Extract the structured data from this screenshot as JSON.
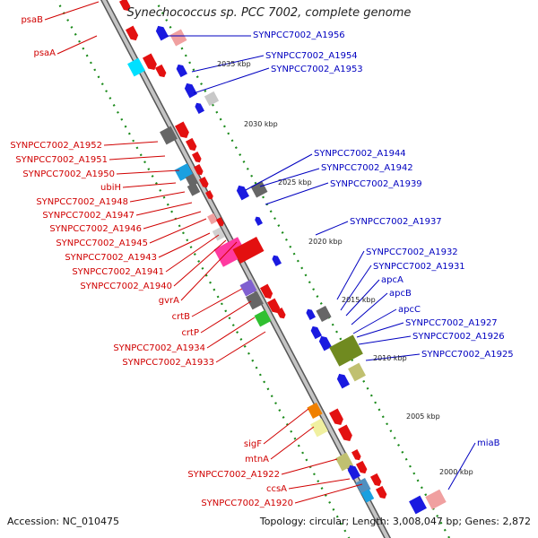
{
  "header": {
    "title": "Synechococcus sp. PCC 7002, complete genome"
  },
  "footer": {
    "accession": "Accession: NC_010475",
    "topology": "Topology: circular; Length: 3,008,047 bp; Genes: 2,872"
  },
  "colors": {
    "forward_label": "#d00000",
    "reverse_label": "#0000c0",
    "backbone": "#888888",
    "gc_dots": "#1a8a1a"
  },
  "ticks": [
    "2035 kbp",
    "2030 kbp",
    "2025 kbp",
    "2020 kbp",
    "2015 kbp",
    "2010 kbp",
    "2005 kbp",
    "2000 kbp"
  ],
  "left_labels": [
    "psaB",
    "psaA",
    "SYNPCC7002_A1952",
    "SYNPCC7002_A1951",
    "SYNPCC7002_A1950",
    "ubiH",
    "SYNPCC7002_A1948",
    "SYNPCC7002_A1947",
    "SYNPCC7002_A1946",
    "SYNPCC7002_A1945",
    "SYNPCC7002_A1943",
    "SYNPCC7002_A1941",
    "SYNPCC7002_A1940",
    "gvrA",
    "crtB",
    "crtP",
    "SYNPCC7002_A1934",
    "SYNPCC7002_A1933",
    "sigF",
    "mtnA",
    "SYNPCC7002_A1922",
    "ccsA",
    "SYNPCC7002_A1920"
  ],
  "right_labels": [
    "SYNPCC7002_A1956",
    "SYNPCC7002_A1954",
    "SYNPCC7002_A1953",
    "SYNPCC7002_A1944",
    "SYNPCC7002_A1942",
    "SYNPCC7002_A1939",
    "SYNPCC7002_A1937",
    "SYNPCC7002_A1932",
    "SYNPCC7002_A1931",
    "apcA",
    "apcB",
    "apcC",
    "SYNPCC7002_A1927",
    "SYNPCC7002_A1926",
    "SYNPCC7002_A1925",
    "miaB"
  ]
}
